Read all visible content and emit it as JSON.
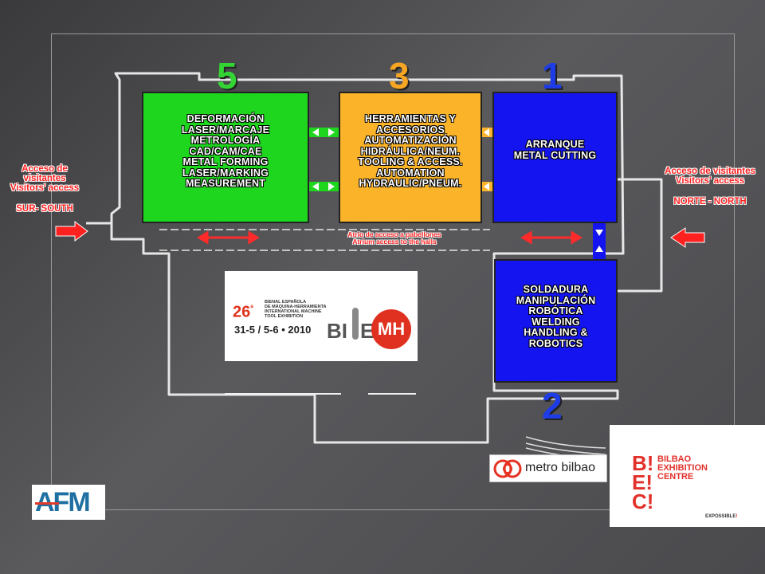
{
  "halls": {
    "hall5": {
      "number": "5",
      "label": "DEFORMACIÓN\nLASER/MARCAJE\nMETROLOGÍA\nCAD/CAM/CAE\nMETAL FORMING\nLASER/MARKING\nMEASUREMENT",
      "color": "#1fd61f"
    },
    "hall3": {
      "number": "3",
      "label": "HERRAMIENTAS Y\nACCESORIOS\nAUTOMATIZACIÓN\nHIDRÁULICA/NEUM.\nTOOLING & ACCESS.\nAUTOMATION\nHYDRAULIC/PNEUM.",
      "color": "#fbb32a"
    },
    "hall1": {
      "number": "1",
      "label": "ARRANQUE\nMETAL CUTTING",
      "color": "#1414f0"
    },
    "hall2": {
      "number": "2",
      "label": "SOLDADURA\nMANIPULACIÓN\nROBÓTICA\nWELDING\nHANDLING &\nROBOTICS",
      "color": "#1414f0"
    }
  },
  "access": {
    "south": {
      "line1": "Acceso de visitantes",
      "line2": "Visitors' access",
      "side": "SUR- SOUTH"
    },
    "north": {
      "line1": "Acceso de visitantes",
      "line2": "Visitors' access",
      "side": "NORTE - NORTH"
    },
    "atrium": {
      "line1": "Atrio de acceso a pabellones",
      "line2": "Atrium access to the halls"
    }
  },
  "biemh": {
    "edition": "26",
    "edition_suffix": "ª",
    "line1": "BIENAL ESPAÑOLA",
    "line2": "DE MÁQUINA-HERRAMIENTA",
    "line3": "INTERNATIONAL MACHINE",
    "line4": "TOOL EXHIBITION",
    "dates": "31-5 / 5-6 • 2010",
    "logo_bi": "BI",
    "logo_e": "E",
    "logo_mh": "MH"
  },
  "metro": {
    "name": "metro bilbao"
  },
  "bec": {
    "logo": "B!E!C!",
    "line1": "BILBAO",
    "line2": "EXHIBITION",
    "line3": "CENTRE",
    "slogan_a": "EXPOSSIBLE",
    "slogan_b": "!"
  },
  "afm": {
    "logo": "AFM"
  },
  "colors": {
    "accent_red": "#ff2020",
    "arrow_blue": "#1e4cff",
    "frame_line": "#e8e8e8"
  }
}
